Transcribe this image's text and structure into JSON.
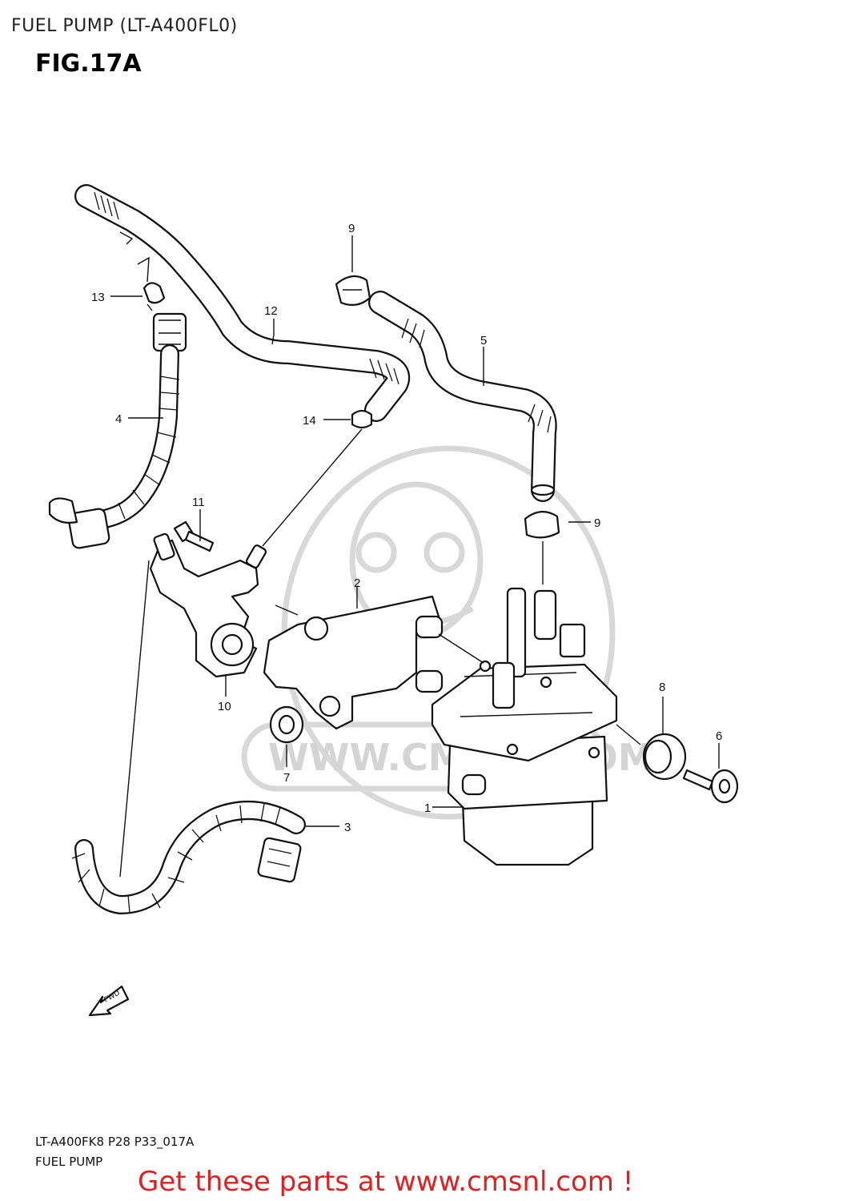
{
  "header": {
    "title": "FUEL PUMP (LT-A400FL0)",
    "figure": "FIG.17A"
  },
  "watermark": {
    "text": "WWW.CMSNL.COM"
  },
  "callouts": [
    {
      "id": "c1",
      "label": "1"
    },
    {
      "id": "c2",
      "label": "2"
    },
    {
      "id": "c3",
      "label": "3"
    },
    {
      "id": "c4",
      "label": "4"
    },
    {
      "id": "c5",
      "label": "5"
    },
    {
      "id": "c6",
      "label": "6"
    },
    {
      "id": "c7",
      "label": "7"
    },
    {
      "id": "c8",
      "label": "8"
    },
    {
      "id": "c9a",
      "label": "9"
    },
    {
      "id": "c9b",
      "label": "9"
    },
    {
      "id": "c10",
      "label": "10"
    },
    {
      "id": "c11",
      "label": "11"
    },
    {
      "id": "c12",
      "label": "12"
    },
    {
      "id": "c13",
      "label": "13"
    },
    {
      "id": "c14",
      "label": "14"
    }
  ],
  "fwd_badge": "FWD",
  "footer": {
    "code": "LT-A400FK8 P28 P33_017A",
    "name": "FUEL PUMP",
    "cta": "Get these parts at www.cmsnl.com !"
  }
}
